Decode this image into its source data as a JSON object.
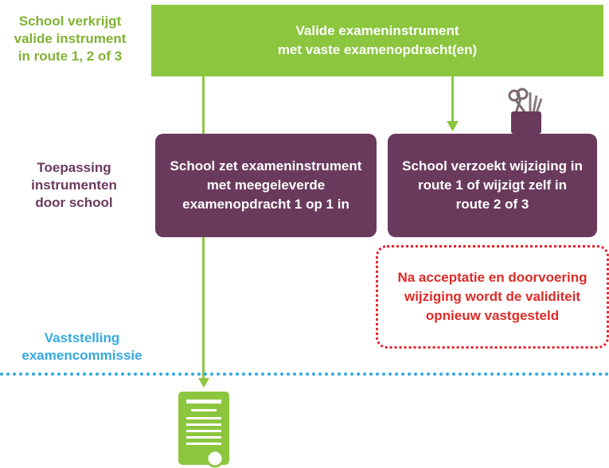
{
  "side_labels": {
    "route": "School verkrijgt\nvalide instrument\nin route 1, 2 of  3",
    "toepassing": "Toepassing\ninstrumenten\ndoor school",
    "vaststelling": "Vaststelling\nexamencommissie"
  },
  "boxes": {
    "top": "Valide exameninstrument\nmet vaste examenopdracht(en)",
    "left": "School zet exameninstrument\nmet meegeleverde\nexamenopdracht 1 op 1 in",
    "right": "School verzoekt wijziging in\nroute 1 of wijzigt zelf in\nroute 2 of 3",
    "note": "Na acceptatie en doorvoering\nwijziging wordt de validiteit\nopnieuw vastgesteld"
  },
  "colors": {
    "green": "#8cc63f",
    "purple": "#6a3a5d",
    "blue": "#34a9e2",
    "red": "#e02a26"
  },
  "icons": [
    "scissors-cup-icon",
    "document-certificate-icon"
  ]
}
